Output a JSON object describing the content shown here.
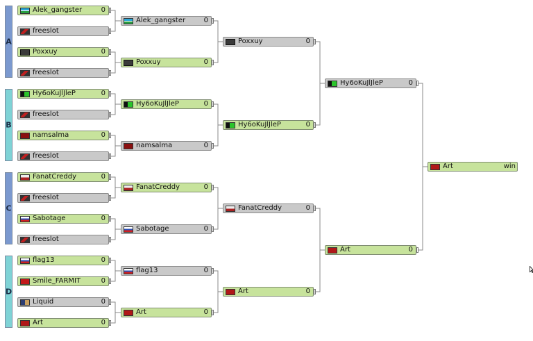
{
  "groups": [
    "A",
    "B",
    "C",
    "D"
  ],
  "round1": [
    {
      "name": "Alek_gangster",
      "score": "0",
      "flag": "uz-flag-icon",
      "color": "green"
    },
    {
      "name": "freeslot",
      "score": "",
      "flag": "freeslot-icon",
      "color": "grey"
    },
    {
      "name": "Poxxuy",
      "score": "0",
      "flag": "ghost-icon",
      "color": "green"
    },
    {
      "name": "freeslot",
      "score": "",
      "flag": "freeslot-icon",
      "color": "grey"
    },
    {
      "name": "Hy6oKuJlJleP",
      "score": "0",
      "flag": "green-alien-icon",
      "color": "green"
    },
    {
      "name": "freeslot",
      "score": "",
      "flag": "freeslot-icon",
      "color": "grey"
    },
    {
      "name": "namsalma",
      "score": "0",
      "flag": "red-skull-icon",
      "color": "green"
    },
    {
      "name": "freeslot",
      "score": "",
      "flag": "freeslot-icon",
      "color": "grey"
    },
    {
      "name": "FanatCreddy",
      "score": "0",
      "flag": "clan-icon",
      "color": "green"
    },
    {
      "name": "freeslot",
      "score": "",
      "flag": "freeslot-icon",
      "color": "grey"
    },
    {
      "name": "Sabotage",
      "score": "0",
      "flag": "ru-flag-icon",
      "color": "green"
    },
    {
      "name": "freeslot",
      "score": "",
      "flag": "freeslot-icon",
      "color": "grey"
    },
    {
      "name": "flag13",
      "score": "0",
      "flag": "ru-flag-icon",
      "color": "green"
    },
    {
      "name": "Smile_FARMIT",
      "score": "0",
      "flag": "ussr-flag-icon",
      "color": "green"
    },
    {
      "name": "Liquid",
      "score": "0",
      "flag": "liquid-icon",
      "color": "grey"
    },
    {
      "name": "Art",
      "score": "0",
      "flag": "art-icon",
      "color": "green"
    }
  ],
  "round2": [
    {
      "name": "Alek_gangster",
      "score": "0",
      "flag": "uz-flag-icon",
      "color": "grey"
    },
    {
      "name": "Poxxuy",
      "score": "0",
      "flag": "ghost-icon",
      "color": "green"
    },
    {
      "name": "Hy6oKuJlJleP",
      "score": "0",
      "flag": "green-alien-icon",
      "color": "green"
    },
    {
      "name": "namsalma",
      "score": "0",
      "flag": "red-skull-icon",
      "color": "grey"
    },
    {
      "name": "FanatCreddy",
      "score": "0",
      "flag": "clan-icon",
      "color": "green"
    },
    {
      "name": "Sabotage",
      "score": "0",
      "flag": "ru-flag-icon",
      "color": "grey"
    },
    {
      "name": "flag13",
      "score": "0",
      "flag": "ru-flag-icon",
      "color": "grey"
    },
    {
      "name": "Art",
      "score": "0",
      "flag": "art-icon",
      "color": "green"
    }
  ],
  "round3": [
    {
      "name": "Poxxuy",
      "score": "0",
      "flag": "ghost-icon",
      "color": "grey"
    },
    {
      "name": "Hy6oKuJlJleP",
      "score": "0",
      "flag": "green-alien-icon",
      "color": "green"
    },
    {
      "name": "FanatCreddy",
      "score": "0",
      "flag": "clan-icon",
      "color": "grey"
    },
    {
      "name": "Art",
      "score": "0",
      "flag": "art-icon",
      "color": "green"
    }
  ],
  "round4": [
    {
      "name": "Hy6oKuJlJleP",
      "score": "0",
      "flag": "green-alien-icon",
      "color": "grey"
    },
    {
      "name": "Art",
      "score": "0",
      "flag": "art-icon",
      "color": "green"
    }
  ],
  "final": {
    "name": "Art",
    "score": "win",
    "flag": "art-icon",
    "color": "green"
  },
  "colors": {
    "green": "#c7e39c",
    "grey": "#c9c9c9",
    "groupBlue": "#7b99cf",
    "groupCyan": "#7fd3d6"
  }
}
